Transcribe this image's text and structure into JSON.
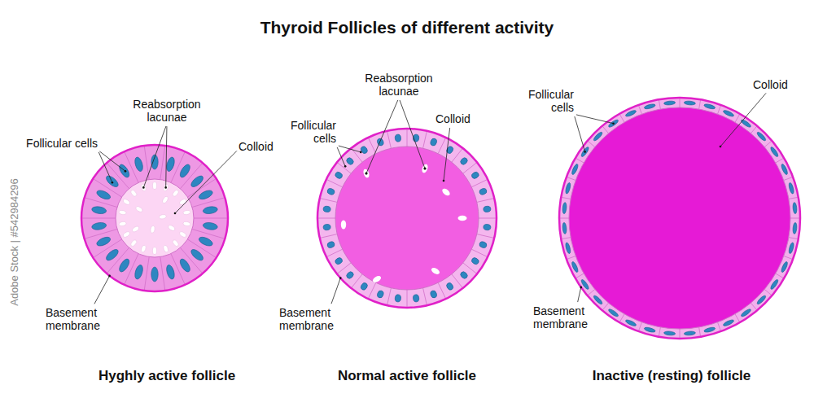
{
  "diagram": {
    "title": "Thyroid Follicles of different activity",
    "labels": [
      "Follicular cells",
      "Reabsorption lacunae",
      "Colloid",
      "Basement membrane",
      "Hyghly active follicle",
      "Reabsorption lacunae",
      "Follicular cells",
      "Colloid",
      "Basement membrane",
      "Normal active follicle",
      "Follicular cells",
      "Colloid",
      "Basement membrane",
      "Inactive (resting) follicle",
      "Adobe Stock | #542984296"
    ]
  }
}
